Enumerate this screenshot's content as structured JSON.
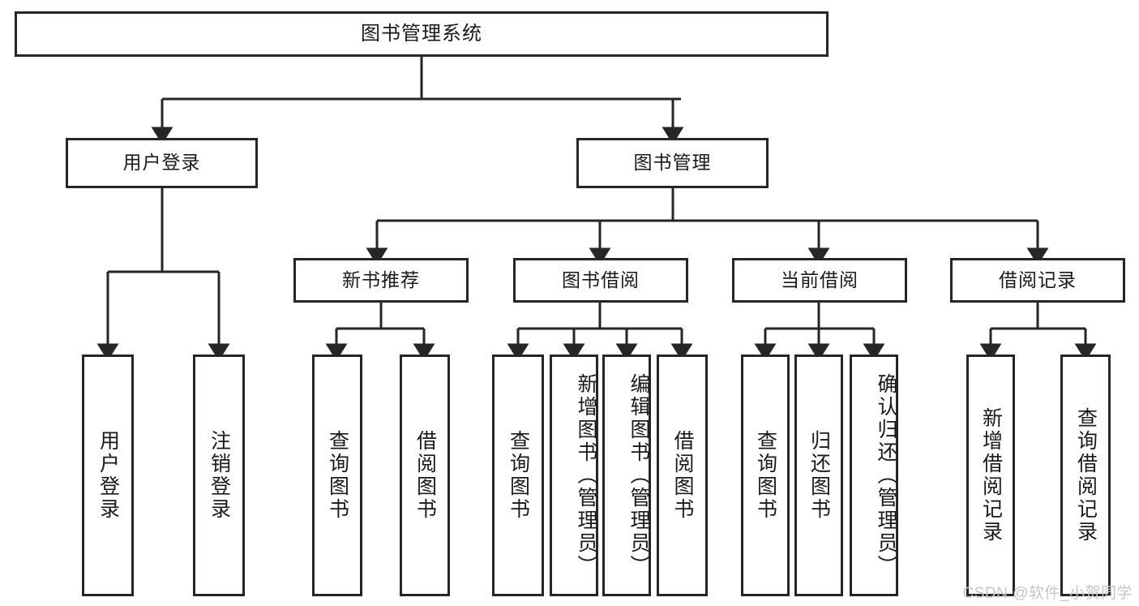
{
  "diagram": {
    "type": "tree",
    "title": "图书管理系统",
    "root": {
      "label": "图书管理系统"
    },
    "level2": [
      {
        "label": "用户登录"
      },
      {
        "label": "图书管理"
      }
    ],
    "level3": [
      {
        "label": "新书推荐"
      },
      {
        "label": "图书借阅"
      },
      {
        "label": "当前借阅"
      },
      {
        "label": "借阅记录"
      }
    ],
    "leaves": {
      "user_login": [
        {
          "label": "用户登录"
        },
        {
          "label": "注销登录"
        }
      ],
      "new_book_recommend": [
        {
          "label": "查询图书"
        },
        {
          "label": "借阅图书"
        }
      ],
      "book_borrow": [
        {
          "label": "查询图书"
        },
        {
          "label": "新增图书（管理员）"
        },
        {
          "label": "编辑图书（管理员）"
        },
        {
          "label": "借阅图书"
        }
      ],
      "current_borrow": [
        {
          "label": "查询图书"
        },
        {
          "label": "归还图书"
        },
        {
          "label": "确认归还（管理员）"
        }
      ],
      "borrow_record": [
        {
          "label": "新增借阅记录"
        },
        {
          "label": "查询借阅记录"
        }
      ]
    }
  },
  "watermark": {
    "text": "CSDN @软件_小贺同学"
  },
  "colors": {
    "stroke": "#262626",
    "background": "#ffffff",
    "text": "#1a1a1a",
    "watermark": "#c6c6c6"
  }
}
